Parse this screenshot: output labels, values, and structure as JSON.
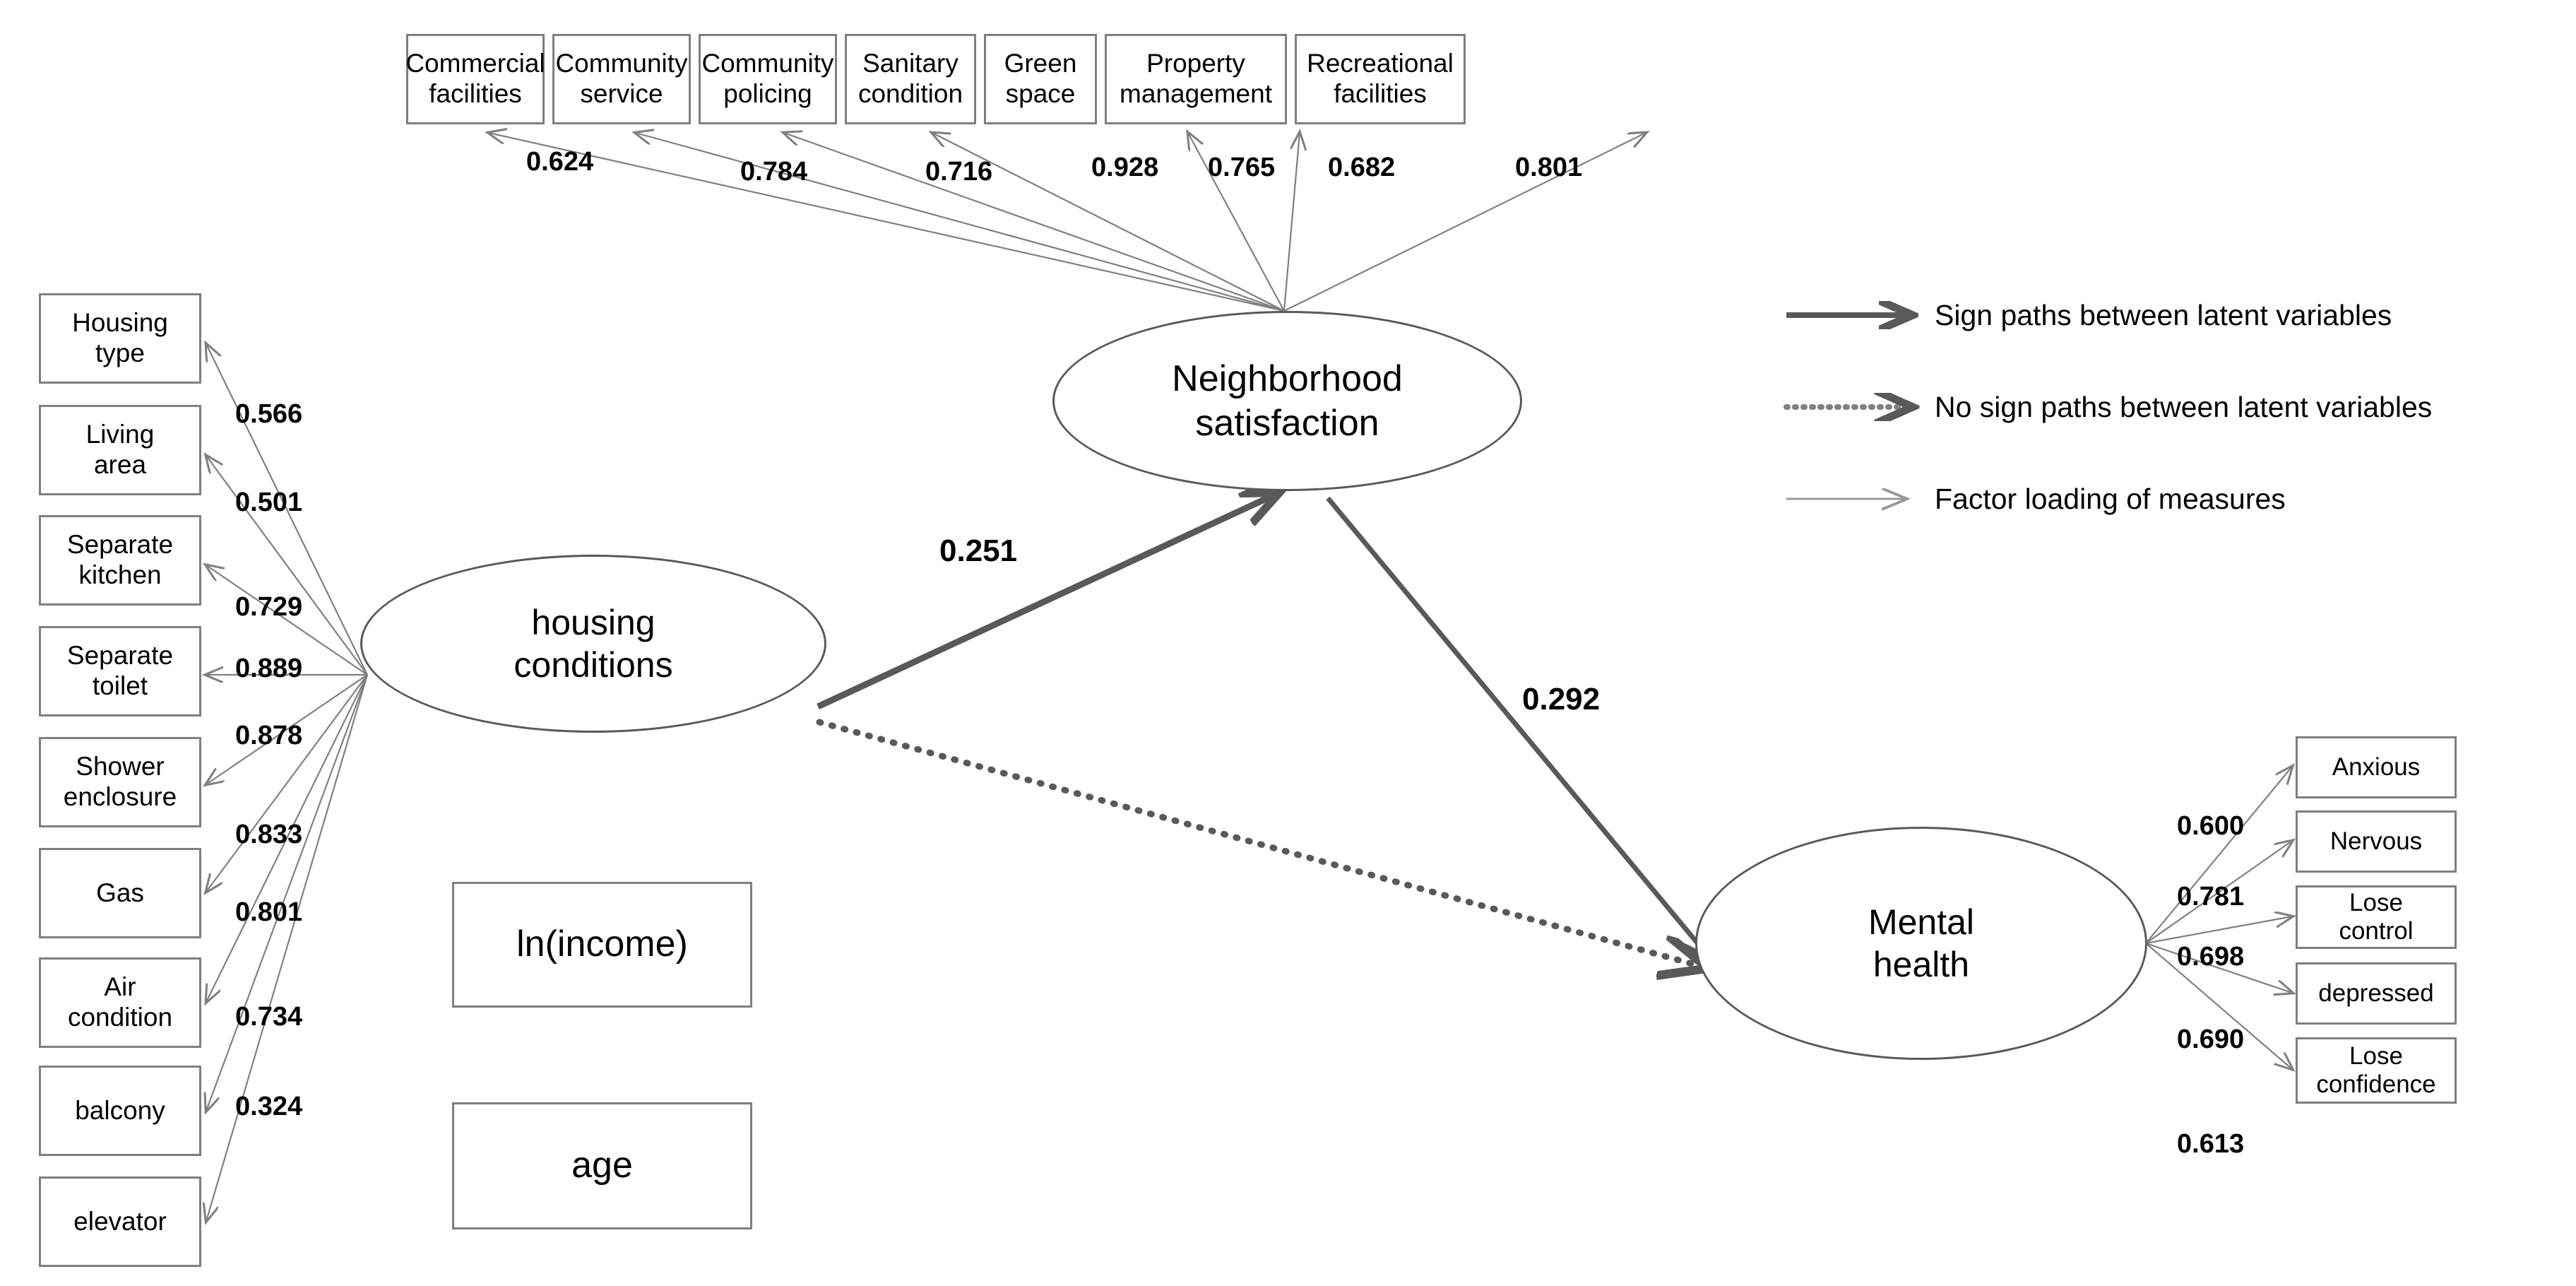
{
  "diagram": {
    "title": "Structural equation model of housing conditions, neighborhood satisfaction and mental health",
    "type": "sem-path-diagram"
  },
  "latent_variables": [
    {
      "id": "neighborhood_satisfaction",
      "label": "Neighborhood\nsatisfaction"
    },
    {
      "id": "housing_conditions",
      "label": "housing\nconditions"
    },
    {
      "id": "mental_health",
      "label": "Mental\nhealth"
    }
  ],
  "neighborhood_indicators": [
    {
      "label": "Commercial\nfacilities",
      "loading": "0.624"
    },
    {
      "label": "Community\nservice",
      "loading": "0.784"
    },
    {
      "label": "Community\npolicing",
      "loading": "0.716"
    },
    {
      "label": "Sanitary\ncondition",
      "loading": "0.928"
    },
    {
      "label": "Green\nspace",
      "loading": "0.765"
    },
    {
      "label": "Property\nmanagement",
      "loading": "0.682"
    },
    {
      "label": "Recreational\nfacilities",
      "loading": "0.801"
    }
  ],
  "housing_indicators": [
    {
      "label": "Housing\ntype",
      "loading": "0.566"
    },
    {
      "label": "Living\narea",
      "loading": "0.501"
    },
    {
      "label": "Separate\nkitchen",
      "loading": "0.729"
    },
    {
      "label": "Separate\ntoilet",
      "loading": "0.889"
    },
    {
      "label": "Shower\nenclosure",
      "loading": "0.878"
    },
    {
      "label": "Gas",
      "loading": "0.833"
    },
    {
      "label": "Air\ncondition",
      "loading": "0.801"
    },
    {
      "label": "balcony",
      "loading": "0.734"
    },
    {
      "label": "elevator",
      "loading": "0.324"
    }
  ],
  "mental_health_indicators": [
    {
      "label": "Anxious",
      "loading": "0.600"
    },
    {
      "label": "Nervous",
      "loading": "0.781"
    },
    {
      "label": "Lose\ncontrol",
      "loading": "0.698"
    },
    {
      "label": "depressed",
      "loading": "0.690"
    },
    {
      "label": "Lose\nconfidence",
      "loading": "0.613"
    }
  ],
  "control_variables": [
    {
      "label": "ln(income)"
    },
    {
      "label": "age"
    }
  ],
  "structural_paths": [
    {
      "from": "housing_conditions",
      "to": "neighborhood_satisfaction",
      "coefficient": "0.251",
      "style": "significant"
    },
    {
      "from": "neighborhood_satisfaction",
      "to": "mental_health",
      "coefficient": "0.292",
      "style": "significant"
    },
    {
      "from": "housing_conditions",
      "to": "mental_health",
      "coefficient": "",
      "style": "non-significant"
    }
  ],
  "legend": [
    {
      "style": "solid-thick",
      "label": "Sign paths between latent variables"
    },
    {
      "style": "dotted-thick",
      "label": "No sign paths between latent variables"
    },
    {
      "style": "solid-thin",
      "label": "Factor loading of measures"
    }
  ],
  "colors": {
    "box_border": "#7f7f7f",
    "ellipse_border": "#595959",
    "path_significant": "#595959",
    "path_nonsignificant": "#808080",
    "loading_arrow": "#808080",
    "text": "#000000",
    "background": "#ffffff"
  }
}
